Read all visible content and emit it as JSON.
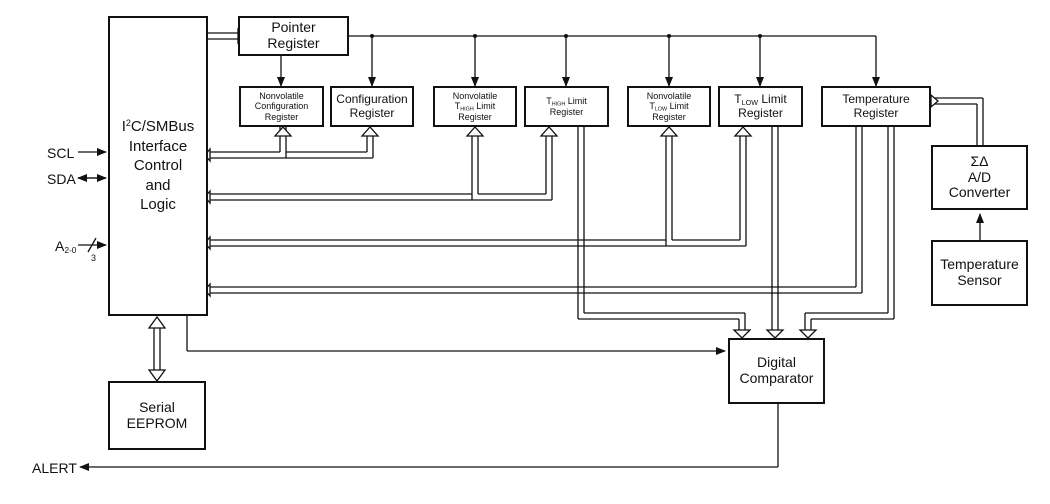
{
  "blocks": {
    "pointer": [
      "Pointer",
      "Register"
    ],
    "i2c": {
      "l1a": "I",
      "l1sup": "2",
      "l1b": "C/SMBus",
      "l2": "Interface",
      "l3": "Control",
      "l4": "and",
      "l5": "Logic"
    },
    "nv_config": [
      "Nonvolatile",
      "Configuration",
      "Register"
    ],
    "config": [
      "Configuration",
      "Register"
    ],
    "nv_thigh": {
      "l1": "Nonvolatile",
      "l2a": "T",
      "l2sub": "HIGH",
      "l2b": " Limit",
      "l3": "Register"
    },
    "thigh": {
      "l1a": "T",
      "l1sub": "HIGH",
      "l1b": " Limit",
      "l2": "Register"
    },
    "nv_tlow": {
      "l1": "Nonvolatile",
      "l2a": "T",
      "l2sub": "LOW",
      "l2b": " Limit",
      "l3": "Register"
    },
    "tlow": {
      "l1a": "T",
      "l1sub": "LOW",
      "l1b": " Limit",
      "l2": "Register"
    },
    "temp_reg": [
      "Temperature",
      "Register"
    ],
    "adc": [
      "ΣΔ",
      "A/D",
      "Converter"
    ],
    "temp_sensor": [
      "Temperature",
      "Sensor"
    ],
    "comparator": [
      "Digital",
      "Comparator"
    ],
    "eeprom": [
      "Serial",
      "EEPROM"
    ]
  },
  "signals": {
    "scl": "SCL",
    "sda": "SDA",
    "addr_a": "A",
    "addr_sub": "2-0",
    "addr_bus": "3",
    "alert": "ALERT"
  }
}
